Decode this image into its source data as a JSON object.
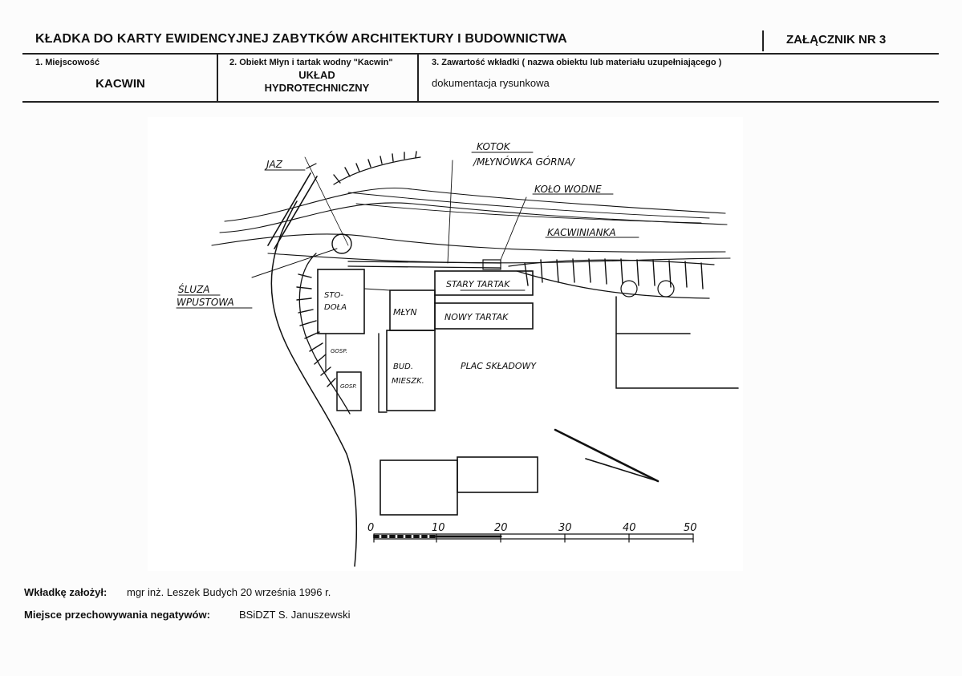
{
  "header": {
    "title": "KŁADKA DO KARTY EWIDENCYJNEJ ZABYTKÓW ARCHITEKTURY I BUDOWNICTWA",
    "annex": "ZAŁĄCZNIK NR 3"
  },
  "fields": {
    "locality_label": "1. Miejscowość",
    "locality_value": "KACWIN",
    "object_label": "2. Obiekt  Młyn i tartak wodny \"Kacwin\"",
    "object_value_line1": "UKŁAD",
    "object_value_line2": "HYDROTECHNICZNY",
    "content_label": "3. Zawartość wkładki ( nazwa obiektu lub materiału uzupełniającego )",
    "content_value": "dokumentacja rysunkowa"
  },
  "drawing": {
    "labels": {
      "jaz": "JAZ",
      "kotok": "KOTOK",
      "mlynowka": "/MŁYNÓWKA GÓRNA/",
      "kolo_wodne": "KOŁO WODNE",
      "kacwinianka": "KACWINIANKA",
      "sluza_line1": "ŚLUZA",
      "sluza_line2": "WPUSTOWA",
      "stodola_line1": "STO-",
      "stodola_line2": "DOŁA",
      "mlyn": "MŁYN",
      "stary_tartak": "STARY TARTAK",
      "nowy_tartak": "NOWY TARTAK",
      "gosp1": "GOSP.",
      "gosp2": "GOSP.",
      "bud_line1": "BUD.",
      "bud_line2": "MIESZK.",
      "plac": "PLAC SKŁADOWY"
    },
    "scale_ticks": [
      "0",
      "10",
      "20",
      "30",
      "40",
      "50"
    ]
  },
  "footer": {
    "author_label": "Wkładkę założył:",
    "author_value": "mgr inż. Leszek Budych 20 września 1996 r.",
    "negatives_label": "Miejsce przechowywania negatywów:",
    "negatives_value": "BSiDZT  S. Januszewski"
  }
}
